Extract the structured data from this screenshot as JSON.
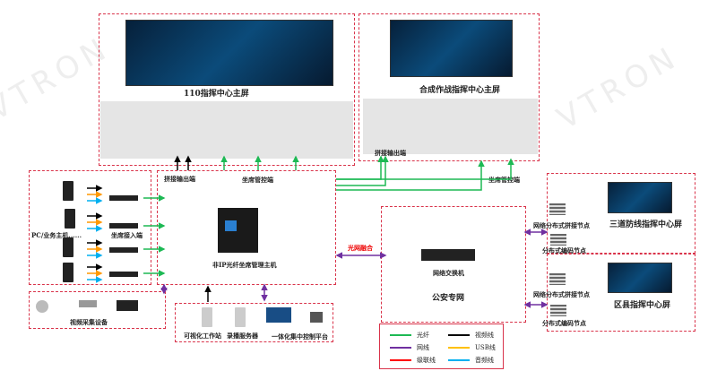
{
  "watermark": "VTRON",
  "top_left": {
    "title": "110指挥中心主屏"
  },
  "top_right": {
    "title": "合成作战指挥中心主屏"
  },
  "sources": {
    "pc_label": "PC/业务主机......",
    "access_label": "坐席接入端"
  },
  "center": {
    "host_label": "非IP光纤坐席管理主机",
    "splice_out": "拼接输出端",
    "seat_ctrl": "坐席管控端",
    "seat_ctrl_right": "坐席管控端",
    "splice_out_right": "拼接输出端",
    "fusion": "光网融合"
  },
  "capture": {
    "label": "视频采集设备"
  },
  "bottom": {
    "workstation": "可视化工作站",
    "recorder": "录播服务器",
    "control": "一体化集中控制平台"
  },
  "network": {
    "switch": "网络交换机",
    "title": "公安专网"
  },
  "right": {
    "upper": {
      "title": "三道防线指挥中心屏",
      "node1": "网络分布式拼接节点",
      "node2": "分布式编码节点"
    },
    "lower": {
      "title": "区县指挥中心屏",
      "node1": "网络分布式拼接节点",
      "node2": "分布式编码节点"
    }
  },
  "legend": {
    "items": [
      {
        "label": "光纤",
        "color": "#1db954"
      },
      {
        "label": "视频线",
        "color": "#000000"
      },
      {
        "label": "网线",
        "color": "#7030a0"
      },
      {
        "label": "USB线",
        "color": "#ffc000"
      },
      {
        "label": "级联线",
        "color": "#ff0000"
      },
      {
        "label": "音频线",
        "color": "#00b0f0"
      }
    ]
  }
}
